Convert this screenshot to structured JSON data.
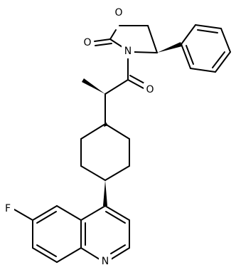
{
  "atoms": {
    "ring_oxygen": "O",
    "carbonyl_oxygen_1": "O",
    "ring_nitrogen": "N",
    "carbonyl_oxygen_2": "O",
    "fluorine": "F",
    "quinoline_nitrogen": "N"
  },
  "colors": {
    "bond": "#000000",
    "label": "#000000",
    "background": "#ffffff"
  }
}
